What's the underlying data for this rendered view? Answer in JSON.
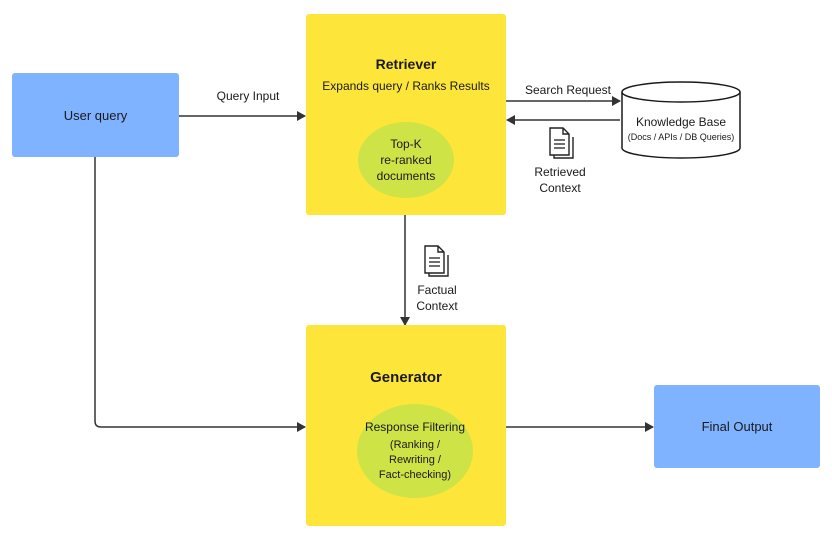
{
  "user_query": {
    "label": "User query"
  },
  "retriever": {
    "title": "Retriever",
    "subtitle": "Expands query / Ranks Results",
    "inner": [
      "Top-K",
      "re-ranked",
      "documents"
    ]
  },
  "knowledge_base": {
    "name": "Knowledge Base",
    "detail": "(Docs / APIs / DB Queries)"
  },
  "generator": {
    "title": "Generator",
    "inner_title": "Response Filtering",
    "inner_lines": [
      "(Ranking /",
      "Rewriting /",
      "Fact-checking)"
    ]
  },
  "final_output": {
    "label": "Final Output"
  },
  "edges": {
    "query_input": "Query Input",
    "search_request": "Search Request",
    "retrieved_context": [
      "Retrieved",
      "Context"
    ],
    "factual_context": [
      "Factual",
      "Context"
    ]
  },
  "icons": {
    "retrieved_doc": "document-icon",
    "factual_doc": "document-icon"
  },
  "colors": {
    "blue_box": "#80b3ff",
    "yellow_box": "#fde53a",
    "green_ellipse": "#cde346",
    "arrow": "#333333"
  }
}
